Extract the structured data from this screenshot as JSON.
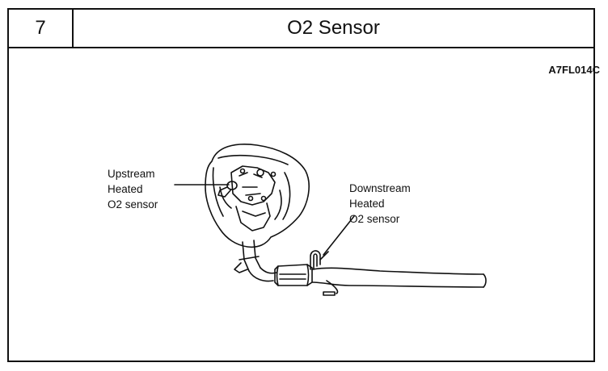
{
  "header": {
    "step_number": "7",
    "title": "O2 Sensor"
  },
  "figure": {
    "code": "A7FL014C",
    "labels": {
      "upstream": [
        "Upstream",
        "Heated",
        "O2 sensor"
      ],
      "downstream": [
        "Downstream",
        "Heated",
        "O2 sensor"
      ]
    }
  }
}
